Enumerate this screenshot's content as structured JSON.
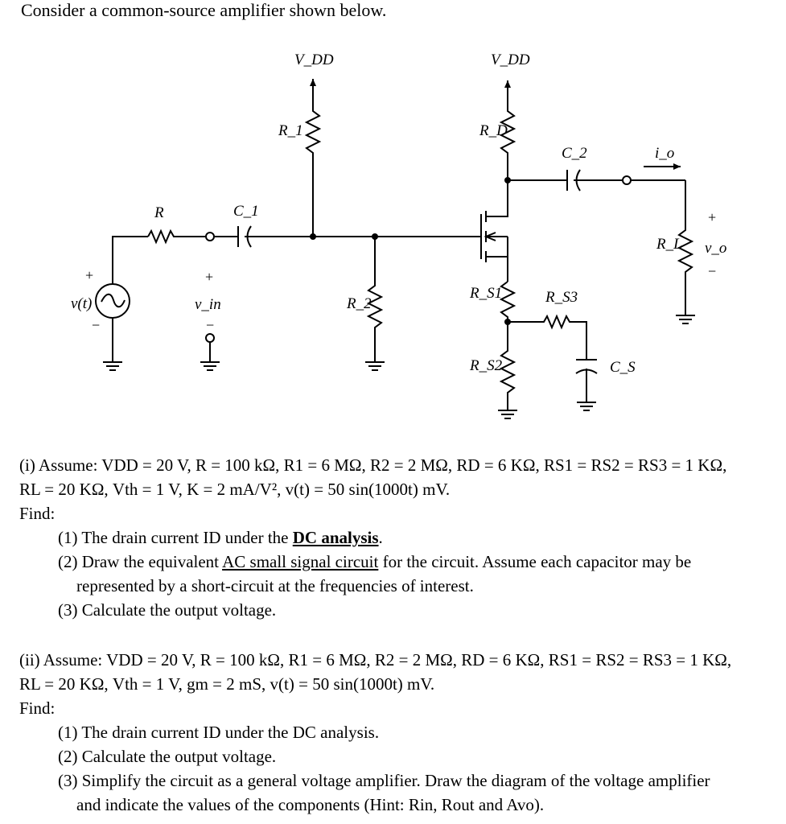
{
  "intro": "Consider a common-source amplifier shown below.",
  "circuit": {
    "vdd_left": "V_DD",
    "vdd_right": "V_DD",
    "r1": "R_1",
    "rd": "R_D",
    "c2": "C_2",
    "io": "i_o",
    "r": "R",
    "c1": "C_1",
    "rl": "R_L",
    "vo": "v_o",
    "v_src": "v(t)",
    "vin": "v_in",
    "r2": "R_2",
    "rs1": "R_S1",
    "rs3": "R_S3",
    "rs2": "R_S2",
    "cs": "C_S",
    "plus": "+",
    "minus": "−"
  },
  "part1": {
    "assume_line1": "(i) Assume: VDD = 20 V, R = 100 kΩ, R1 = 6 MΩ, R2 = 2 MΩ, RD = 6 KΩ, RS1 = RS2 = RS3 = 1 KΩ,",
    "assume_line2": "RL = 20 KΩ, Vth = 1 V, K = 2 mA/V², v(t) = 50 sin(1000t) mV.",
    "find": "Find:",
    "item1_pre": "(1) The drain current ID under the ",
    "item1_emph": "DC analysis",
    "item1_post": ".",
    "item2_pre": "(2) Draw the equivalent ",
    "item2_emph": "AC small signal circuit",
    "item2_post": " for the circuit. Assume each capacitor may be",
    "item2_cont": "represented by a short-circuit at the frequencies of interest.",
    "item3": "(3) Calculate the output voltage."
  },
  "part2": {
    "assume_line1": "(ii) Assume: VDD = 20 V, R = 100 kΩ, R1 = 6 MΩ, R2 = 2 MΩ, RD = 6 KΩ, RS1 = RS2 = RS3 = 1 KΩ,",
    "assume_line2": "RL = 20 KΩ, Vth = 1 V, gm = 2 mS, v(t) = 50 sin(1000t) mV.",
    "find": "Find:",
    "item1": "(1) The drain current ID under the DC analysis.",
    "item2": "(2) Calculate the output voltage.",
    "item3": "(3) Simplify the circuit as a general voltage amplifier. Draw the diagram of the voltage amplifier",
    "item3_cont": "and indicate the values of the components (Hint: Rin, Rout and Avo)."
  }
}
